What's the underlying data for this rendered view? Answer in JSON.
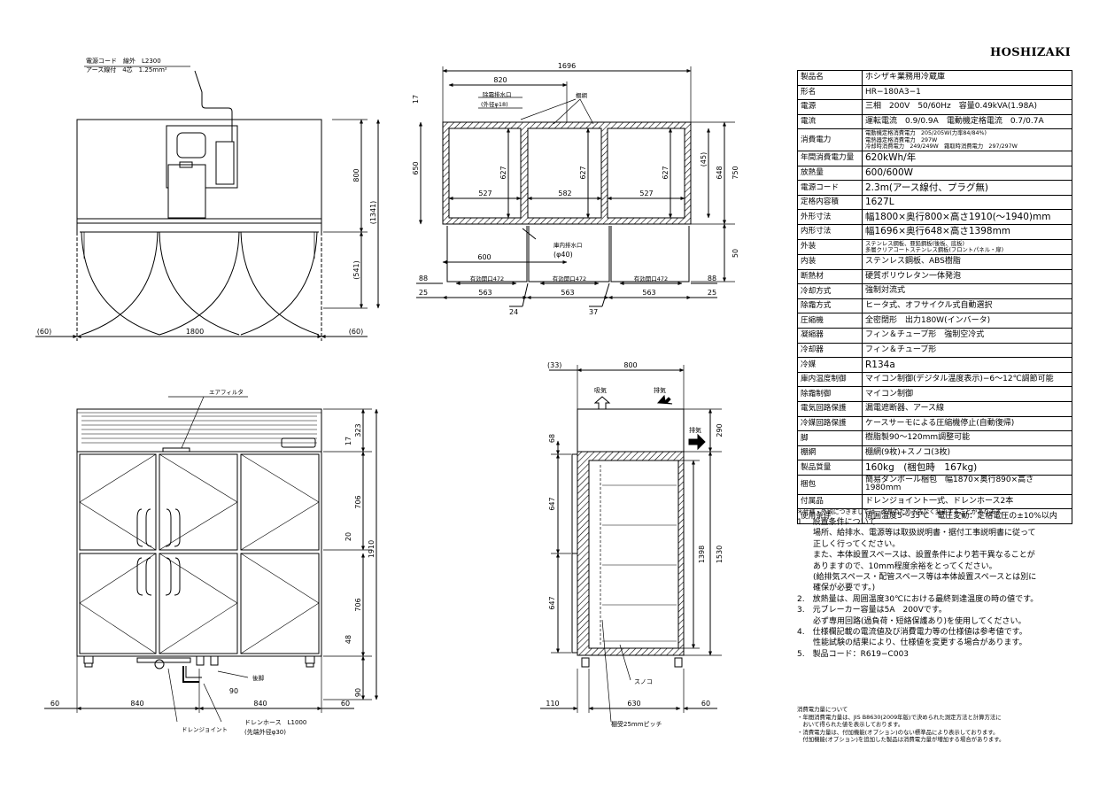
{
  "brand": "HOSHIZAKI",
  "spec_table": [
    {
      "label": "製品名",
      "value": "ホシザキ業務用冷蔵庫"
    },
    {
      "label": "形名",
      "value": "HR−180A3−1"
    },
    {
      "label": "電源",
      "value": "三相　200V　50/60Hz　容量0.49kVA(1.98A)"
    },
    {
      "label": "電流",
      "value": "運転電流　0.9/0.9A　電動機定格電流　0.7/0.7A"
    },
    {
      "label": "消費電力",
      "lines": [
        "電動機定格消費電力　205/205W(力率84/84%)",
        "電熱器定格消費電力　297W",
        "冷却時消費電力　249/249W　霜取時消費電力　297/297W"
      ]
    },
    {
      "label": "年間消費電力量",
      "value": "620kWh/年"
    },
    {
      "label": "放熱量",
      "value": "600/600W"
    },
    {
      "label": "電源コード",
      "value": "2.3m(アース線付、プラグ無)"
    },
    {
      "label": "定格内容積",
      "value": "1627L"
    },
    {
      "label": "外形寸法",
      "value": "幅1800×奥行800×高さ1910(〜1940)mm"
    },
    {
      "label": "内形寸法",
      "value": "幅1696×奥行648×高さ1398mm"
    },
    {
      "label": "外装",
      "lines": [
        "ステンレス鋼板、亜鉛鋼板(後板、底板)",
        "多層クリアコートステンレス鋼板(フロントパネル・扉)"
      ]
    },
    {
      "label": "内装",
      "value": "ステンレス鋼板、ABS樹脂"
    },
    {
      "label": "断熱材",
      "value": "硬質ポリウレタン一体発泡"
    },
    {
      "label": "冷却方式",
      "value": "強制対流式"
    },
    {
      "label": "除霜方式",
      "value": "ヒータ式、オフサイクル式自動選択"
    },
    {
      "label": "圧縮機",
      "value": "全密閉形　出力180W(インバータ)"
    },
    {
      "label": "凝縮器",
      "value": "フィン＆チューブ形　強制空冷式"
    },
    {
      "label": "冷却器",
      "value": "フィン＆チューブ形"
    },
    {
      "label": "冷媒",
      "value": "R134a"
    },
    {
      "label": "庫内温度制御",
      "value": "マイコン制御(デジタル温度表示)−6〜12℃調節可能"
    },
    {
      "label": "除霜制御",
      "value": "マイコン制御"
    },
    {
      "label": "電気回路保護",
      "value": "漏電遮断器、アース線"
    },
    {
      "label": "冷媒回路保護",
      "value": "ケースサーモによる圧縮機停止(自動復帰)"
    },
    {
      "label": "脚",
      "value": "樹脂製90〜120mm調整可能"
    },
    {
      "label": "棚網",
      "value": "棚網(9枚)+スノコ(3枚)"
    },
    {
      "label": "製品質量",
      "value": "160kg　(梱包時　167kg)"
    },
    {
      "label": "梱包",
      "value": "簡易ダンボール梱包　幅1870×奥行890×高さ1980mm"
    },
    {
      "label": "付属品",
      "value": "ドレンジョイント一式、ドレンホース2本"
    },
    {
      "label": "使用条件",
      "value": "周囲温度5〜35℃　電圧変動：定格電圧の±10%以内"
    }
  ],
  "spec_footnote": "＊仕様・外観につきましては、改良のため予告なく変更することがあります。",
  "notes": [
    "1.　設置条件について",
    "　　場所、給排水、電源等は取扱説明書・据付工事説明書に従って",
    "　　正しく行ってください。",
    "　　また、本体設置スペースは、設置条件により若干異なることが",
    "　　ありますので、10mm程度余裕をとってください。",
    "　　(給排気スペース・配管スペース等は本体設置スペースとは別に",
    "　　確保が必要です。)",
    "2.　放熱量は、周囲温度30℃における最終到達温度の時の値です。",
    "3.　元ブレーカー容量は5A　200Vです。",
    "　　必ず専用回路(過負荷・短絡保護あり)を使用してください。",
    "4.　仕様欄記載の電流値及び消費電力等の仕様値は参考値です。",
    "　　性能試験の結果により、仕様値を変更する場合があります。",
    "5.　製品コード：R619−C003"
  ],
  "energy_note": [
    "消費電力量について",
    "・年間消費電力量は、JIS B8630(2009年版)で決められた測定方法と計算方法に",
    "　おいて得られた値を表示しております。",
    "・消費電力量は、付加機能(オプション)のない標準品により表示しております。",
    "　付加機能(オプション)を追加した製品は消費電力量が増加する場合があります。"
  ],
  "drawing": {
    "top_view": {
      "cord_label_1": "電源コード　線外　L2300",
      "cord_label_2": "アース線付　4芯　1.25mm²",
      "dim_width": "1800",
      "dim_side_left": "(60)",
      "dim_side_right": "(60)",
      "dim_800": "800",
      "dim_1341": "(1341)",
      "dim_541": "(541)"
    },
    "plan_view": {
      "dim_1696": "1696",
      "dim_820": "820",
      "drain_label": "除霜排水口",
      "drain_dia": "(外径φ18)",
      "shelf_label": "棚網",
      "dim_17": "17",
      "dim_650": "650",
      "dim_627": "627",
      "dim_527": "527",
      "dim_582": "582",
      "dim_45": "(45)",
      "dim_648": "648",
      "dim_750": "750",
      "dim_600": "600",
      "inner_drain_label": "庫内排水口",
      "inner_drain_dia": "(φ40)",
      "dim_50": "50",
      "dim_88": "88",
      "opening_label": "有効開口472",
      "dim_25": "25",
      "dim_563": "563",
      "dim_24": "24",
      "dim_37": "37"
    },
    "front_view": {
      "air_filter": "エアフィルタ",
      "dim_323": "323",
      "dim_17": "17",
      "dim_706": "706",
      "dim_20": "20",
      "dim_1910": "1910",
      "dim_48": "48",
      "dim_90": "90",
      "dim_60": "60",
      "dim_840": "840",
      "rear_leg": "後脚",
      "dim_90b": "90",
      "drain_joint": "ドレンジョイント",
      "drain_hose": "ドレンホース　L1000",
      "drain_hose_dia": "(先端外径φ30)"
    },
    "side_view": {
      "dim_33": "(33)",
      "dim_800": "800",
      "intake": "吸気",
      "exhaust": "排気",
      "exhaust2": "排気",
      "dim_290": "290",
      "dim_68": "68",
      "dim_647": "647",
      "dim_1398": "1398",
      "dim_1530": "1530",
      "sunoko": "スノコ",
      "dim_110": "110",
      "dim_630": "630",
      "dim_60": "60",
      "pitch": "棚受25mmピッチ"
    }
  }
}
